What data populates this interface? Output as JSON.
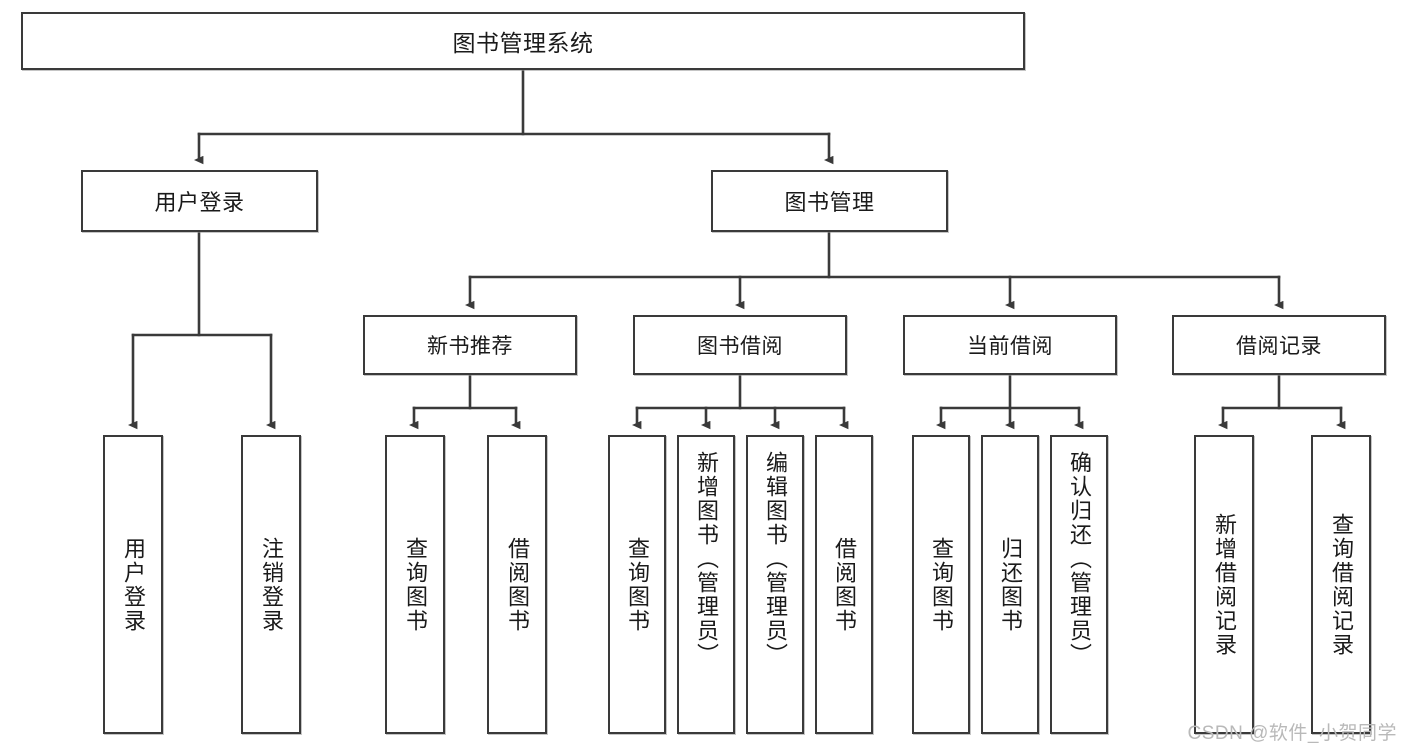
{
  "diagram": {
    "title": "图书管理系统",
    "type": "tree-hierarchy-diagram",
    "watermark": "CSDN @软件_小贺同学",
    "colors": {
      "box_border": "#3a3a3a",
      "box_fill": "#ffffff",
      "connector": "#3a3a3a",
      "text": "#1a1a1a",
      "watermark": "#b9b9b9"
    },
    "root": {
      "label": "图书管理系统"
    },
    "level2": [
      {
        "label": "用户登录"
      },
      {
        "label": "图书管理"
      }
    ],
    "level3": [
      {
        "label": "新书推荐"
      },
      {
        "label": "图书借阅"
      },
      {
        "label": "当前借阅"
      },
      {
        "label": "借阅记录"
      }
    ],
    "leaves": {
      "user_login": [
        {
          "label": "用户登录"
        },
        {
          "label": "注销登录"
        }
      ],
      "new_book_recommend": [
        {
          "label": "查询图书"
        },
        {
          "label": "借阅图书"
        }
      ],
      "book_borrow": [
        {
          "label": "查询图书"
        },
        {
          "label": "新增图书（管理员）"
        },
        {
          "label": "编辑图书（管理员）"
        },
        {
          "label": "借阅图书"
        }
      ],
      "current_borrow": [
        {
          "label": "查询图书"
        },
        {
          "label": "归还图书"
        },
        {
          "label": "确认归还（管理员）"
        }
      ],
      "borrow_record": [
        {
          "label": "新增借阅记录"
        },
        {
          "label": "查询借阅记录"
        }
      ]
    }
  }
}
